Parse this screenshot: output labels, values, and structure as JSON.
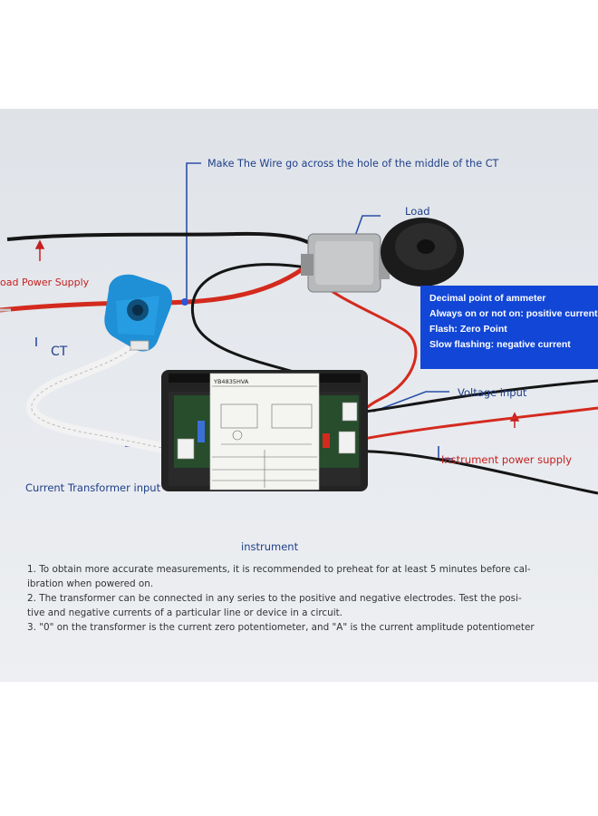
{
  "labels": {
    "wire_instruction": "Make The Wire go across the hole of the middle of the CT",
    "load": "Load",
    "load_power_supply": "oad Power Supply",
    "ct": "CT",
    "voltage_input": "Voltage input",
    "instrument_power_supply": "Instrument power supply",
    "current_transformer_input": "Current Transformer input",
    "instrument": "instrument"
  },
  "info_box": {
    "lines": [
      "Decimal point of ammeter",
      "Always on or not on: positive current",
      "Flash: Zero Point",
      "Slow flashing: negative current"
    ]
  },
  "meter": {
    "model": "YB4835HVA"
  },
  "notes": [
    "1. To obtain more accurate measurements, it is recommended to preheat for at least 5 minutes before cal-",
    "ibration when powered on.",
    "2. The transformer can be connected in any series to the positive and negative electrodes. Test the posi-",
    "tive and negative currents of a particular line or device in a circuit.",
    "3. \"0\" on the transformer is the current zero potentiometer, and \"A\" is the current amplitude potentiometer"
  ],
  "colors": {
    "label_blue": "#1f3f8a",
    "label_red": "#c62020",
    "info_box": "#1246d6",
    "wire_red": "#d42a1e",
    "wire_black": "#151515",
    "ct_blue": "#1f8fd6",
    "meter_body": "#232323"
  }
}
